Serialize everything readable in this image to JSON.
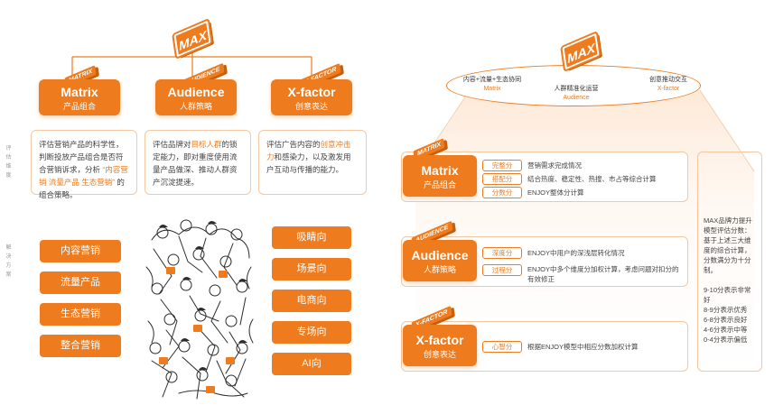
{
  "left": {
    "max_badge": "MAX",
    "categories": [
      {
        "badge": "MATRIX",
        "en": "Matrix",
        "zh": "产品组合"
      },
      {
        "badge": "AUDIENCE",
        "en": "Audience",
        "zh": "人群策略"
      },
      {
        "badge": "X-FACTOR",
        "en": "X-factor",
        "zh": "创意表达"
      }
    ],
    "row_labels": {
      "evaluation": "评估维度",
      "solution": "解决方案"
    },
    "descriptions": [
      {
        "pre": "评估营销产品的科学性，判断投放产品组合是否符合营销诉求，分析 ",
        "hl": "“内容营销 流量产品 生态营销”",
        "post": " 的组合策略。"
      },
      {
        "pre": "评估品牌对",
        "hl": "目标人群",
        "post": "的锁定能力，即对重度使用流量产品做深、推动人群资产沉淀提速。"
      },
      {
        "pre": "评估广告内容的",
        "hl": "创意冲击力",
        "post": "和感染力，以及激发用户互动与传播的能力。"
      }
    ],
    "left_pills": [
      "内容营销",
      "流量产品",
      "生态营销",
      "整合营销"
    ],
    "right_pills": [
      "吸睛向",
      "场景向",
      "电商向",
      "专场向",
      "AI向"
    ]
  },
  "right": {
    "max_badge": "MAX",
    "oval": {
      "left_zh": "内容+流量+生态协同",
      "left_en": "Matrix",
      "mid_zh": "人群精准化运营",
      "mid_en": "Audience",
      "right_zh": "创意推动交互",
      "right_en": "X-factor"
    },
    "rows": [
      {
        "badge": "MATRIX",
        "en": "Matrix",
        "zh": "产品组合",
        "items": [
          {
            "tag": "完整分",
            "text": "营销需求完成情况"
          },
          {
            "tag": "搭配分",
            "text": "结合热度、稳定性、热搜、市占等综合计算"
          },
          {
            "tag": "分数分",
            "text": "ENJOY整体分计算"
          }
        ]
      },
      {
        "badge": "AUDIENCE",
        "en": "Audience",
        "zh": "人群策略",
        "items": [
          {
            "tag": "深度分",
            "text": "ENJOY中用户的深浅层转化情况"
          },
          {
            "tag": "过程分",
            "text": "ENJOY中多个维度分加权计算，考虑问题对扣分的有效修正"
          }
        ]
      },
      {
        "badge": "X-FACTOR",
        "en": "X-factor",
        "zh": "创意表达",
        "items": [
          {
            "tag": "心智分",
            "text": "根据ENJOY模型中相应分数加权计算"
          }
        ]
      }
    ],
    "side_note": "MAX品牌力提升模型评估分数：基于上述三大维度的综合计算，分数满分为十分制。\n\n9-10分表示非常好\n8-9分表示优秀\n6-8分表示良好\n4-6分表示中等\n0-4分表示偏低"
  }
}
